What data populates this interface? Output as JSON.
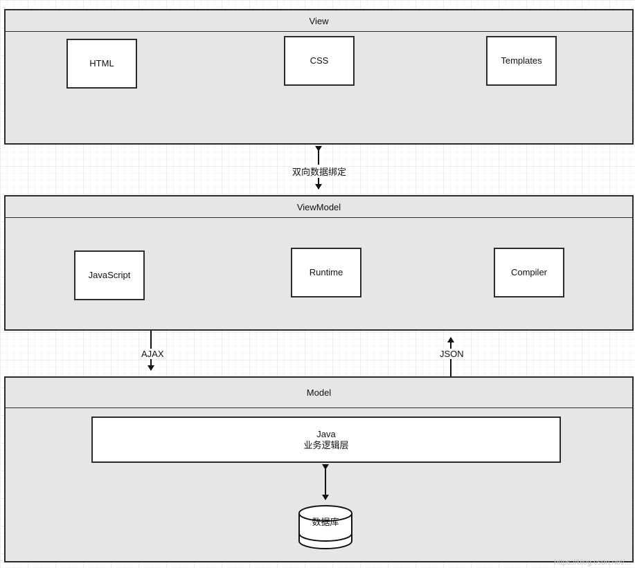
{
  "view": {
    "title": "View",
    "items": [
      "HTML",
      "CSS",
      "Templates"
    ]
  },
  "binding_label": "双向数据绑定",
  "viewmodel": {
    "title": "ViewModel",
    "items": [
      "JavaScript",
      "Runtime",
      "Compiler"
    ]
  },
  "ajax_label": "AJAX",
  "json_label": "JSON",
  "model": {
    "title": "Model",
    "logic_line1": "Java",
    "logic_line2": "业务逻辑层",
    "database": "数据库"
  },
  "watermark": "https://blog.csdn.net/..."
}
